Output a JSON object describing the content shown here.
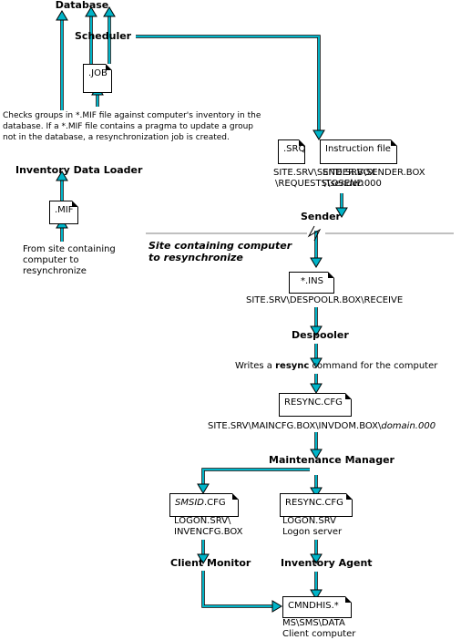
{
  "nodes": {
    "database": "Database",
    "scheduler": "Scheduler",
    "inventory_data_loader": "Inventory Data Loader",
    "sender": "Sender",
    "despooler": "Despooler",
    "maintenance_manager": "Maintenance Manager",
    "client_monitor": "Client Monitor",
    "inventory_agent": "Inventory Agent"
  },
  "documents": {
    "job": ".JOB",
    "mif": ".MIF",
    "srq": ".SRQ",
    "instruction_file": "Instruction file",
    "ins": "*.INS",
    "resync_cfg_1": "RESYNC.CFG",
    "smsid_cfg_italic": "SMSID",
    "smsid_cfg_ext": ".CFG",
    "resync_cfg_2": "RESYNC.CFG",
    "cmndhis": "CMNDHIS.*"
  },
  "paths": {
    "srq_line1": "SITE.SRV\\SENDER.BOX",
    "srq_line2_prefix": "\\REQUESTS\\",
    "srq_line2_italic": "sender",
    "srq_line2_suffix": ".000",
    "instr_line1": "SITE.SRV\\SENDER.BOX",
    "instr_line2": "\\TOSEND",
    "ins_path": "SITE.SRV\\DESPOOLR.BOX\\RECEIVE",
    "resync_path_prefix": "SITE.SRV\\MAINCFG.BOX\\INVDOM.BOX\\",
    "resync_path_italic": "domain.000",
    "smsid_line1": "LOGON.SRV\\",
    "smsid_line2": "INVENCFG.BOX",
    "resync2_line1": "LOGON.SRV",
    "resync2_line2": "Logon server",
    "cmndhis_line1": "MS\\SMS\\DATA",
    "cmndhis_line2": "Client computer"
  },
  "notes": {
    "checks_line1": "Checks groups in *.MIF file against computer's inventory in the",
    "checks_line2": "database. If a *.MIF file contains a pragma to update a group",
    "checks_line3": "not in the database, a resynchronization job is created.",
    "from_site_line1": "From site containing",
    "from_site_line2": "computer to",
    "from_site_line3": "resynchronize",
    "site_label_line1": "Site containing computer",
    "site_label_line2": "to resynchronize",
    "writes_prefix": "Writes a ",
    "writes_bold": "resync",
    "writes_suffix": " command for the computer"
  },
  "colors": {
    "arrow": "#00b4c8",
    "outline": "#000000"
  }
}
